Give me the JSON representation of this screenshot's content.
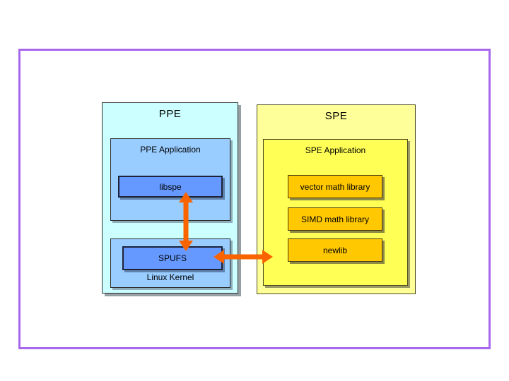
{
  "diagram": {
    "frame_color": "#A868EC",
    "arrow_color": "#FA6400",
    "ppe": {
      "title": "PPE",
      "fill_outer": "#CCFFFF",
      "fill_inner": "#99CCFF",
      "fill_chip": "#6699FF",
      "application": {
        "title": "PPE Application",
        "library": "libspe"
      },
      "kernel": {
        "title": "Linux Kernel",
        "module": "SPUFS"
      }
    },
    "spe": {
      "title": "SPE",
      "fill_outer": "#FFFF99",
      "fill_inner": "#FFFF55",
      "fill_chip": "#FFC800",
      "application": {
        "title": "SPE Application",
        "libraries": [
          "vector math library",
          "SIMD math library",
          "newlib"
        ]
      }
    },
    "arrows": [
      {
        "name": "libspe-spufs",
        "direction": "vertical",
        "style": "double-headed"
      },
      {
        "name": "spufs-spe",
        "direction": "horizontal",
        "style": "double-headed"
      }
    ]
  }
}
